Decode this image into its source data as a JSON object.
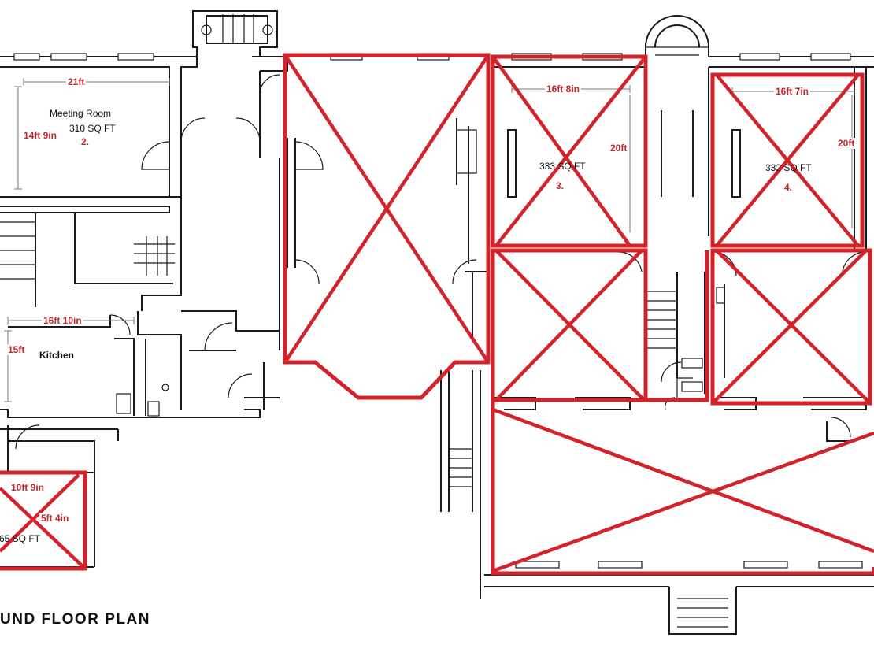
{
  "title": "UND FLOOR PLAN",
  "colors": {
    "highlight": "#d2232a",
    "label_red": "#c0282d",
    "line": "#1a1a1a"
  },
  "rooms": {
    "meeting": {
      "name": "Meeting Room",
      "area": "310 SQ FT",
      "number": "2.",
      "width": "21ft",
      "depth": "14ft 9in"
    },
    "kitchen": {
      "name": "Kitchen",
      "width": "16ft 10in",
      "depth": "15ft"
    },
    "room3": {
      "area": "333 SQ FT",
      "number": "3.",
      "width": "16ft 8in",
      "depth": "20ft"
    },
    "room4": {
      "area": "332 SQ FT",
      "number": "4.",
      "width": "16ft 7in",
      "depth": "20ft"
    },
    "small": {
      "area": "65 SQ FT",
      "width": "10ft 9in",
      "depth": "5ft 4in"
    }
  }
}
